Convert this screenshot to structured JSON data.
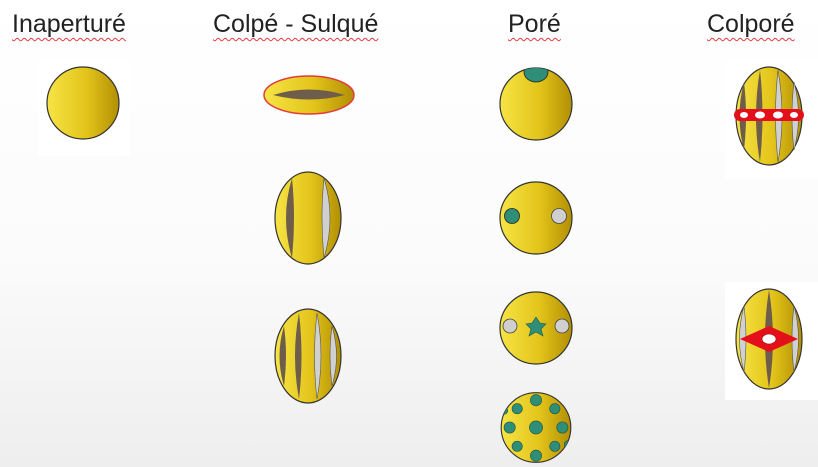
{
  "headings": {
    "inaperture": "Inaperturé",
    "colpe_sulque": "Colpé - Sulqué",
    "pore": "Poré",
    "colpore": "Colporé"
  },
  "colors": {
    "grain_light": "#f5e140",
    "grain_dark": "#b89504",
    "colpus_dark": "#6e5d4a",
    "colpus_light": "#cfcfcf",
    "pore_teal": "#2f8e78",
    "pore_center": "#e3101c",
    "outline_red": "#e23b3b"
  },
  "icons": [
    "inaperturate-grain-icon",
    "monosulcate-grain-icon",
    "tricolpate-grain-icon",
    "tetracolpate-grain-icon",
    "monoporate-grain-icon",
    "diporate-grain-icon",
    "triporate-grain-icon",
    "periporate-grain-icon",
    "tricolporate-equatorial-grain-icon",
    "tricolporate-polar-grain-icon"
  ]
}
